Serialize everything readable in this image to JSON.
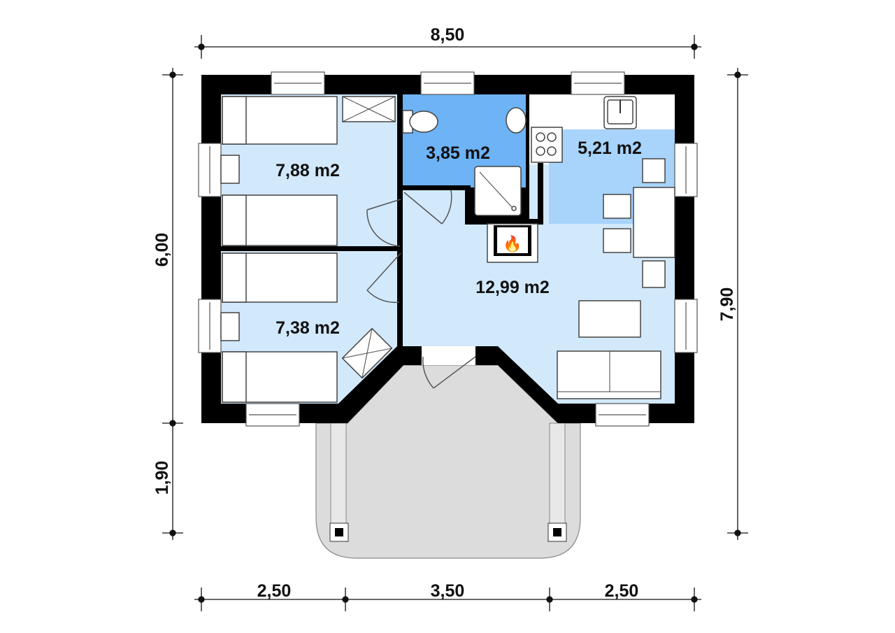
{
  "dimensions": {
    "top_width": "8,50",
    "left_building_depth": "6,00",
    "left_porch_depth": "1,90",
    "right_total_depth": "7,90",
    "bottom_left": "2,50",
    "bottom_middle": "3,50",
    "bottom_right": "2,50"
  },
  "rooms": {
    "bedroom_top_area": "7,88 m2",
    "bathroom_area": "3,85 m2",
    "kitchen_area": "5,21 m2",
    "living_area": "12,99 m2",
    "bedroom_bottom_area": "7,38 m2"
  },
  "colors": {
    "room_light": "#d2e9fc",
    "bathroom": "#6db3f6",
    "kitchen": "#a8d3fb",
    "porch": "#dcdcdc",
    "wall": "#000000"
  }
}
